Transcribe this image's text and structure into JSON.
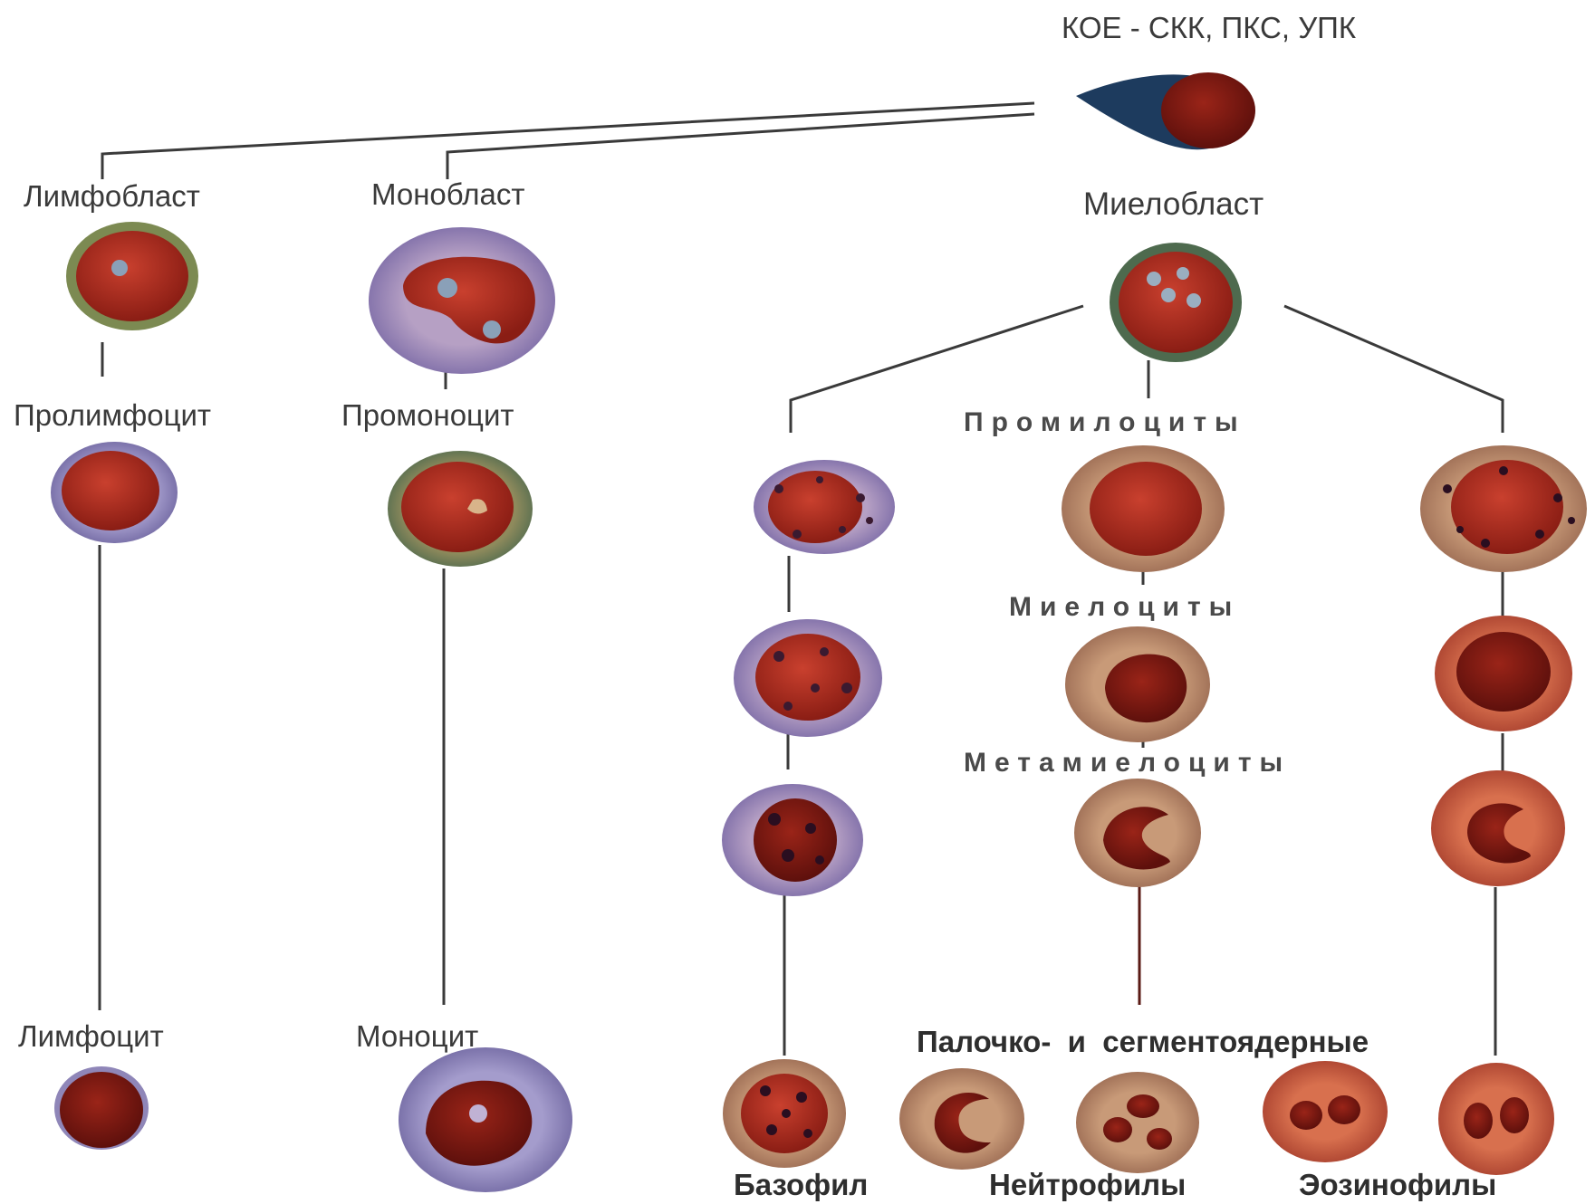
{
  "labels": {
    "root": "КОЕ - СКК, ПКС, УПК",
    "lymphoblast": "Лимфобласт",
    "monoblast": "Монобласт",
    "myeloblast": "Миелобласт",
    "prolymphocyte": "Пролимфоцит",
    "promonocyte": "Промоноцит",
    "promyelocytes": "Промилоциты",
    "myelocytes": "Миелоциты",
    "metamyelocytes": "Метамиелоциты",
    "lymphocyte": "Лимфоцит",
    "monocyte": "Моноцит",
    "band_segmented": "Палочко-  и  сегментоядерные",
    "basophil": "Базофил",
    "neutrophils": "Нейтрофилы",
    "eosinophils": "Эозинофилы"
  },
  "colors": {
    "line": "#3a3a3a",
    "nucleus": "#a8261c",
    "nucleus_dark": "#6e1410",
    "cyto_blue": "#8f86b8",
    "cyto_green": "#6f7a5a",
    "cyto_tan": "#b88a6a",
    "cyto_pink": "#c45a4a",
    "granule_dark": "#3a1a30"
  }
}
